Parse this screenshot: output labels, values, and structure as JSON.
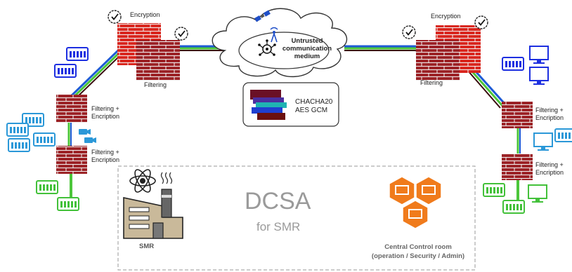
{
  "labels": {
    "encryption_left": "Encryption",
    "encryption_right": "Encryption",
    "filtering_left": "Filtering",
    "filtering_right": "Filtering",
    "filtering_enc_left_1": [
      "Filtering +",
      "Encription"
    ],
    "filtering_enc_left_2": [
      "Filtering +",
      "Encription"
    ],
    "filtering_enc_right_1": [
      "Filtering +",
      "Encription"
    ],
    "filtering_enc_right_2": [
      "Filtering +",
      "Encription"
    ],
    "cloud": [
      "Untrusted",
      "communication",
      "medium"
    ],
    "cipher_1": "CHACHA20",
    "cipher_2": "AES GCM",
    "dcsa_title": "DCSA",
    "dcsa_subtitle": "for SMR",
    "smr_label": "SMR",
    "control_room_1": "Central Control room",
    "control_room_2": "(operation / Security / Admin)"
  },
  "colors": {
    "link_blue": "#1e5bd6",
    "link_green": "#4cc63a",
    "link_dark": "#3a0f0f",
    "brick": "#b5262a",
    "brick_dark": "#7a1a1c",
    "brick_left_wall": "#d4261f",
    "device_blue": "#1d2fe0",
    "device_cyan": "#2b98d8",
    "device_green": "#43c13a",
    "orange": "#f07b1c",
    "cipher_stack": [
      "#6a1026",
      "#4b2fa0",
      "#1fb3b3",
      "#1f3fd0",
      "#7a1a1a"
    ]
  },
  "icons": [
    "check-badge-icon",
    "brick-firewall-icon",
    "cloud-icon",
    "satellite-icon",
    "antenna-icon",
    "server-rack-icon",
    "desktop-icon",
    "camera-icon",
    "atom-icon",
    "factory-icon",
    "monitor-node-icon"
  ]
}
